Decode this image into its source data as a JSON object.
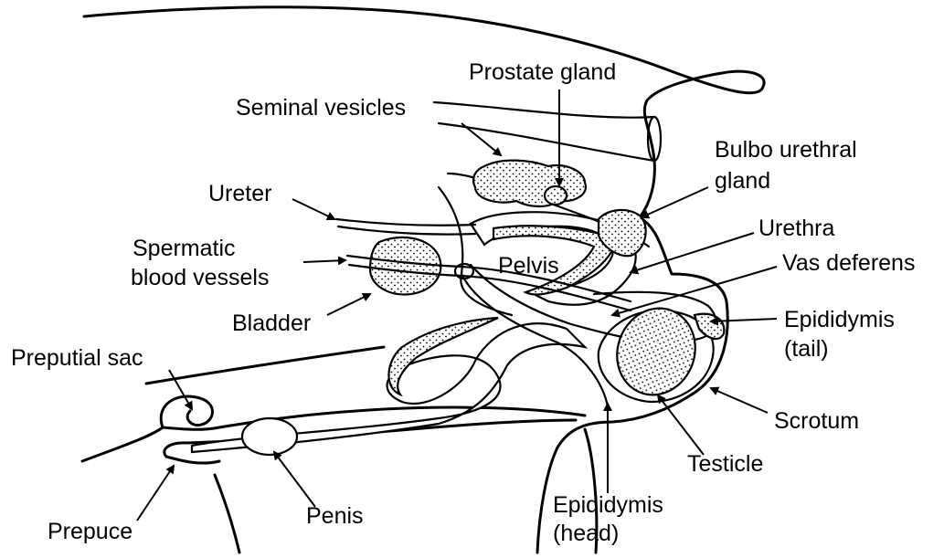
{
  "labels": {
    "prostate_gland": "Prostate gland",
    "seminal_vesicles": "Seminal vesicles",
    "bulbo_urethral_1": "Bulbo urethral",
    "bulbo_urethral_2": "gland",
    "ureter": "Ureter",
    "urethra": "Urethra",
    "spermatic_1": "Spermatic",
    "spermatic_2": "blood vessels",
    "pelvis": "Pelvis",
    "vas_deferens": "Vas deferens",
    "bladder": "Bladder",
    "epididymis_tail_1": "Epididymis",
    "epididymis_tail_2": "(tail)",
    "preputial_sac": "Preputial sac",
    "scrotum": "Scrotum",
    "testicle": "Testicle",
    "penis": "Penis",
    "epididymis_head_1": "Epididymis",
    "epididymis_head_2": "(head)",
    "prepuce": "Prepuce"
  }
}
